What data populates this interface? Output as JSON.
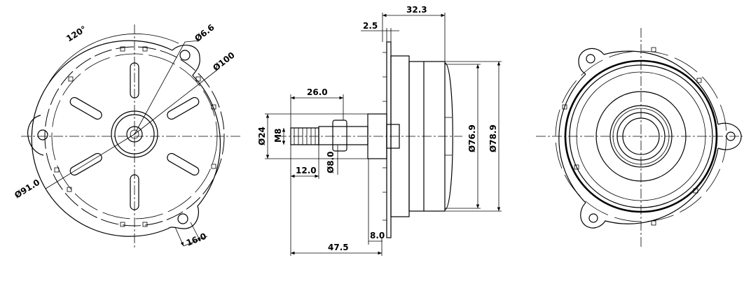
{
  "dimensions": {
    "angle": "120°",
    "hole_dia": "Ø6.6",
    "pcd": "Ø100",
    "outer_dia": "Ø91.0",
    "tab_width": "16.0",
    "shaft_thread_len": "26.0",
    "shaft_collar_dia": "Ø24",
    "thread": "M8",
    "shaft_tip_len": "12.0",
    "shaft_dia": "Ø8.0",
    "overall_len": "47.5",
    "flange_thick": "8.0",
    "body_len": "32.3",
    "flange_offset": "2.5",
    "rotor_dia": "Ø76.9",
    "body_dia": "Ø78.9"
  }
}
